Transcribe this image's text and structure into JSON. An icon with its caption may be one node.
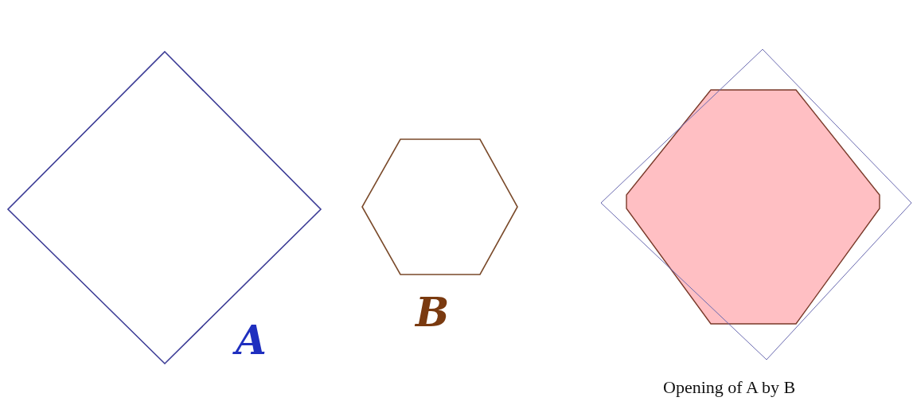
{
  "diagram": {
    "labels": [
      "A",
      "B",
      "Opening of A by B"
    ]
  }
}
